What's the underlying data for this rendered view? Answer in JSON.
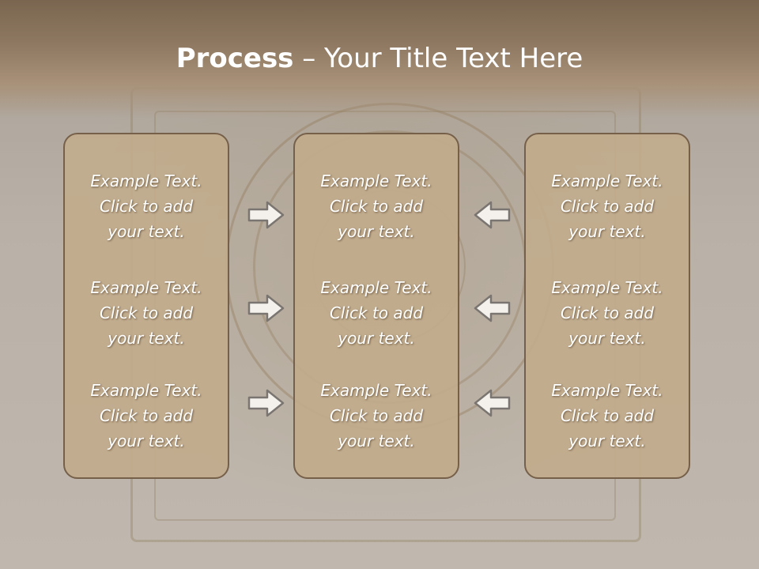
{
  "title": {
    "bold": "Process",
    "rest": " – Your Title Text Here"
  },
  "columns": [
    {
      "items": [
        {
          "line1": "Example Text.",
          "line2": "Click  to add",
          "line3": "your text."
        },
        {
          "line1": "Example Text.",
          "line2": "Click  to add",
          "line3": "your text."
        },
        {
          "line1": "Example Text.",
          "line2": "Click  to add",
          "line3": "your text."
        }
      ]
    },
    {
      "items": [
        {
          "line1": "Example Text.",
          "line2": "Click  to add",
          "line3": "your text."
        },
        {
          "line1": "Example Text.",
          "line2": "Click  to add",
          "line3": "your text."
        },
        {
          "line1": "Example Text.",
          "line2": "Click  to add",
          "line3": "your text."
        }
      ]
    },
    {
      "items": [
        {
          "line1": "Example Text.",
          "line2": "Click  to add",
          "line3": "your text."
        },
        {
          "line1": "Example Text.",
          "line2": "Click  to add",
          "line3": "your text."
        },
        {
          "line1": "Example Text.",
          "line2": "Click  to add",
          "line3": "your text."
        }
      ]
    }
  ],
  "arrows": {
    "left_group": {
      "direction": "right",
      "icon": "arrow-right-icon"
    },
    "right_group": {
      "direction": "left",
      "icon": "arrow-left-icon"
    }
  },
  "colors": {
    "box_fill": "#c1ab8c",
    "box_border": "#76604a",
    "text": "#ffffff",
    "header": "#7a6650"
  }
}
